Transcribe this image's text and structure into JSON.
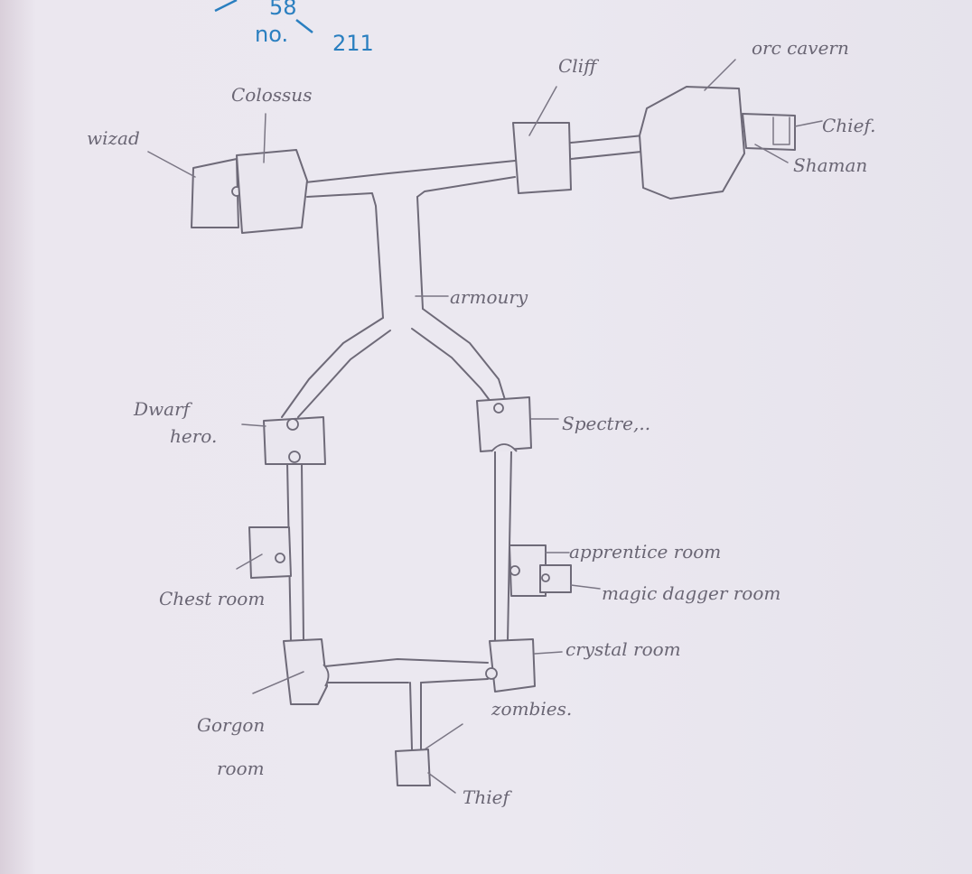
{
  "annotation": {
    "line1": "58",
    "line2": "no.",
    "line3": "211",
    "color": "#2a7fc0"
  },
  "rooms": {
    "wizard": "wizad",
    "colossus": "Colossus",
    "cliff": "Cliff",
    "orc_cavern": "orc cavern",
    "chief": "Chief.",
    "shaman": "Shaman",
    "armoury": "armoury",
    "dwarf_hero_line1": "Dwarf",
    "dwarf_hero_line2": "hero.",
    "spectre": "Spectre,..",
    "chest_room": "Chest room",
    "apprentice_room": "apprentice room",
    "magic_dagger_room": "magic dagger room",
    "crystal_room": "crystal room",
    "zombies": "zombies.",
    "gorgon_line1": "Gorgon",
    "gorgon_line2": "room",
    "thief": "Thief"
  },
  "colors": {
    "pencil": "#6e6a78",
    "paper": "#ebe8f0"
  }
}
